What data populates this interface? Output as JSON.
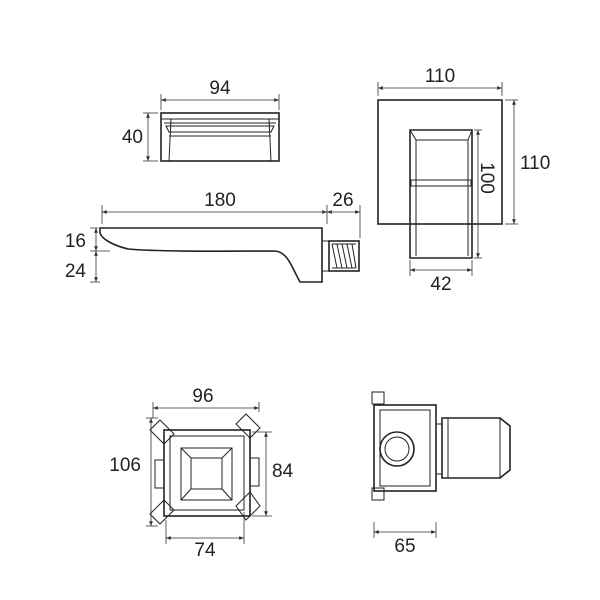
{
  "dimensions": {
    "spout_top_width": "94",
    "spout_top_height": "40",
    "spout_length": "180",
    "spout_connector": "26",
    "spout_thickness": "16",
    "spout_drop": "24",
    "plate_width": "110",
    "plate_height": "110",
    "handle_height": "100",
    "handle_width": "42",
    "body_width": "96",
    "body_height": "106",
    "body_inner_height": "84",
    "body_inner_width": "74",
    "body_depth": "65"
  }
}
